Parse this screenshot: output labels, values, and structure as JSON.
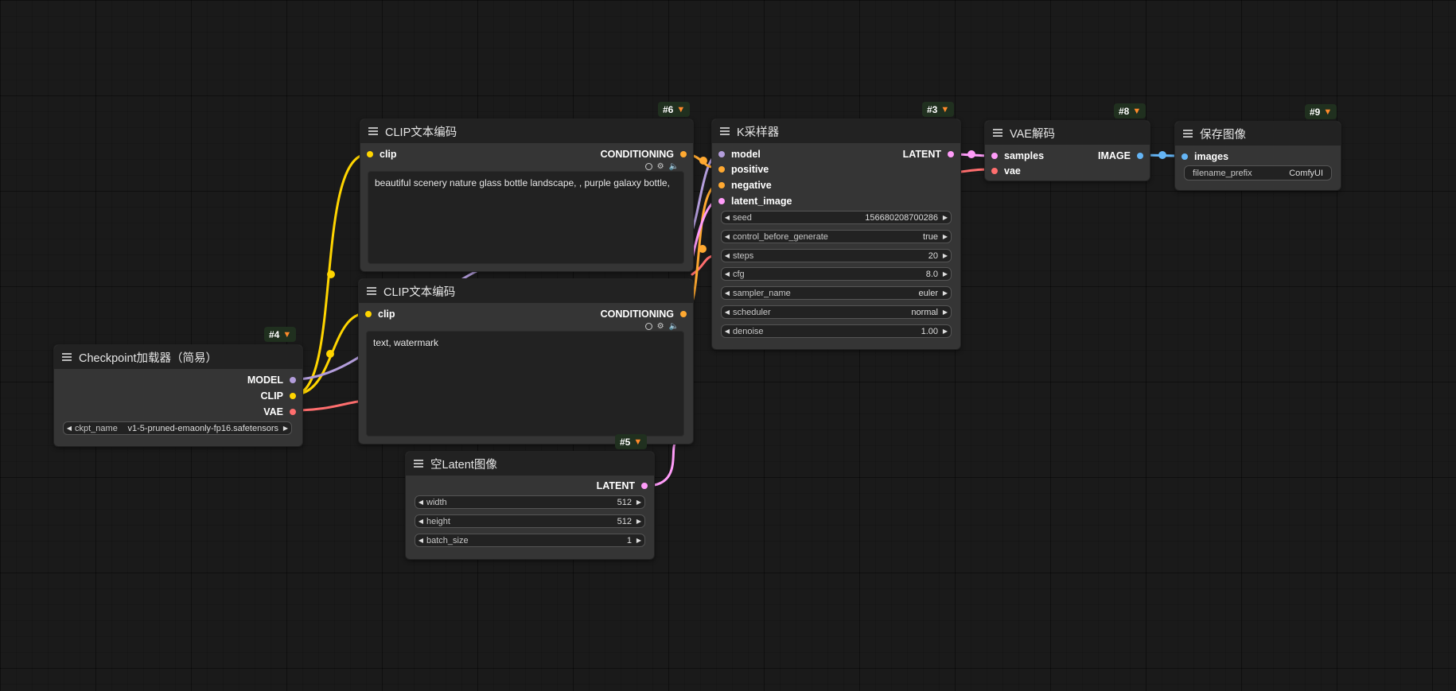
{
  "colors": {
    "model": "#b39ddb",
    "clip": "#ffd500",
    "vae": "#ff6e6e",
    "conditioning": "#ffa931",
    "latent": "#ff9cf9",
    "image": "#64b5f6"
  },
  "icons": {
    "menu": "hamburger-icon",
    "badge": "fox-icon",
    "arrow_left": "arrow-left-icon",
    "arrow_right": "arrow-right-icon"
  },
  "nodes": {
    "clip1": {
      "badge": "#6",
      "title": "CLIP文本编码",
      "input": "clip",
      "output": "CONDITIONING",
      "text": "beautiful scenery nature glass bottle landscape, , purple galaxy bottle,"
    },
    "clip2": {
      "title": "CLIP文本编码",
      "input": "clip",
      "output": "CONDITIONING",
      "text": "text, watermark"
    },
    "ksampler": {
      "badge": "#3",
      "title": "K采样器",
      "inputs": [
        "model",
        "positive",
        "negative",
        "latent_image"
      ],
      "output": "LATENT",
      "widgets": [
        {
          "label": "seed",
          "value": "156680208700286"
        },
        {
          "label": "control_before_generate",
          "value": "true"
        },
        {
          "label": "steps",
          "value": "20"
        },
        {
          "label": "cfg",
          "value": "8.0"
        },
        {
          "label": "sampler_name",
          "value": "euler"
        },
        {
          "label": "scheduler",
          "value": "normal"
        },
        {
          "label": "denoise",
          "value": "1.00"
        }
      ]
    },
    "vaedecode": {
      "badge": "#8",
      "title": "VAE解码",
      "inputs": [
        "samples",
        "vae"
      ],
      "output": "IMAGE"
    },
    "saveimage": {
      "badge": "#9",
      "title": "保存图像",
      "input": "images",
      "widget": {
        "label": "filename_prefix",
        "value": "ComfyUI"
      }
    },
    "checkpoint": {
      "badge": "#4",
      "title": "Checkpoint加载器（简易）",
      "outputs": [
        "MODEL",
        "CLIP",
        "VAE"
      ],
      "widget": {
        "label": "ckpt_name",
        "value": "v1-5-pruned-emaonly-fp16.safetensors"
      }
    },
    "latent": {
      "badge": "#5",
      "title": "空Latent图像",
      "output": "LATENT",
      "widgets": [
        {
          "label": "width",
          "value": "512"
        },
        {
          "label": "height",
          "value": "512"
        },
        {
          "label": "batch_size",
          "value": "1"
        }
      ]
    }
  }
}
